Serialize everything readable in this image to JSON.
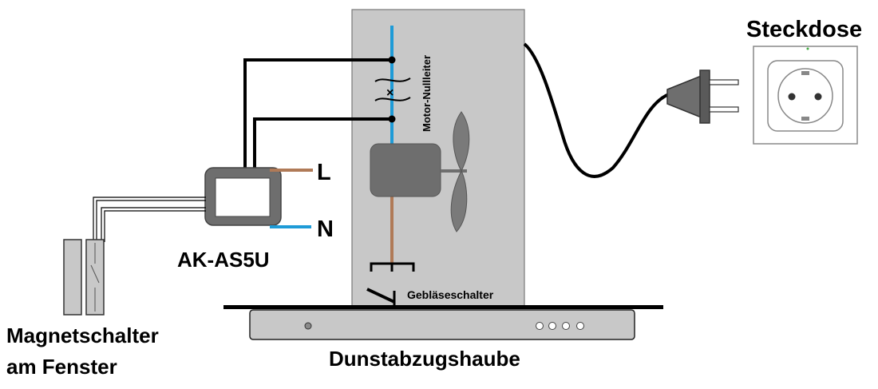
{
  "labels": {
    "outlet": "Steckdose",
    "motor_neutral": "Motor-Nullleiter",
    "phase": "L",
    "neutral": "N",
    "relay_model": "AK-AS5U",
    "blower_switch": "Gebläseschalter",
    "magnet_switch_line1": "Magnetschalter",
    "magnet_switch_line2": "am Fenster",
    "hood": "Dunstabzugshaube"
  },
  "colors": {
    "panel": "#c8c8c8",
    "motor": "#6e6e6e",
    "neutral_wire": "#1e9bd7",
    "phase_wire": "#b07a57",
    "wire_black": "#000000"
  }
}
